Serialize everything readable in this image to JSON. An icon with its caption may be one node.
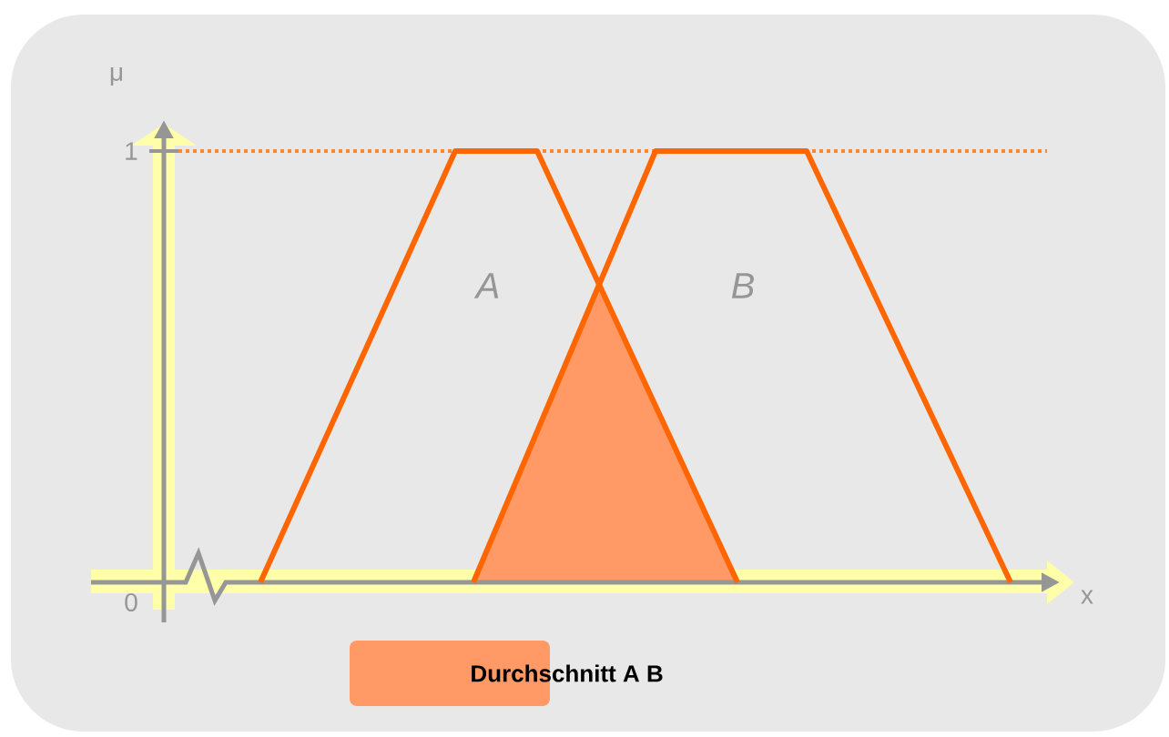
{
  "diagram": {
    "labels": [
      "μ",
      "1",
      "A",
      "B",
      "0",
      "x"
    ],
    "legend": [
      {
        "text": "Durchschnitt A B",
        "color": "#ff9966"
      }
    ]
  }
}
